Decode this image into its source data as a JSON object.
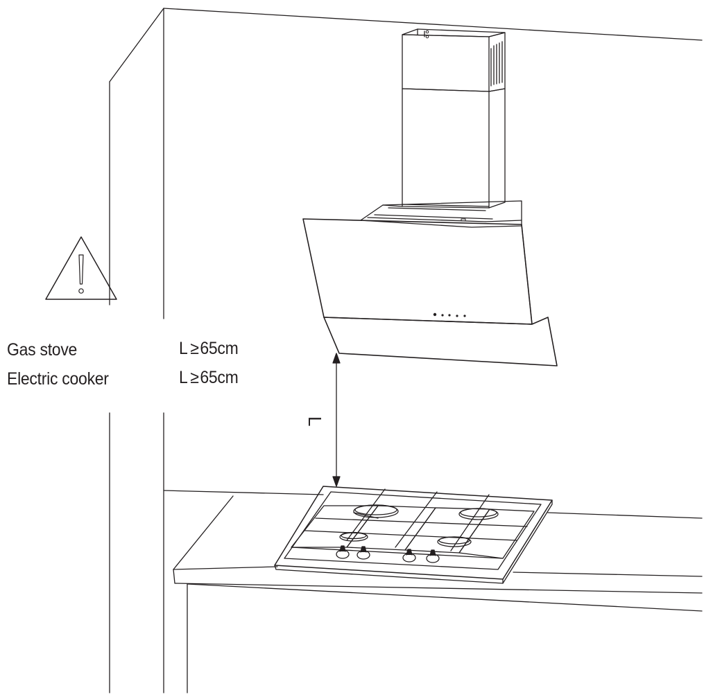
{
  "requirements": [
    {
      "appliance": "Gas stove",
      "symbol": "L",
      "relation": "≥",
      "value": "65cm"
    },
    {
      "appliance": "Electric cooker",
      "symbol": "L",
      "relation": "≥",
      "value": "65cm"
    }
  ],
  "dimension_label": "L",
  "warning_icon": "warning-triangle-icon",
  "colors": {
    "line": "#231f20",
    "background": "#ffffff"
  }
}
